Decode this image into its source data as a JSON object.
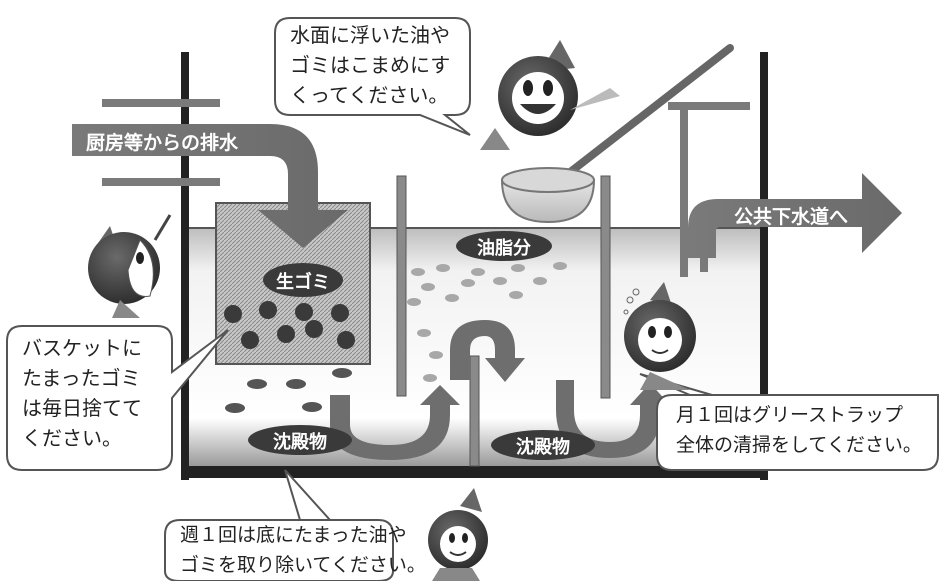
{
  "labels": {
    "inflow": "厨房等からの排水",
    "outflow": "公共下水道へ",
    "raw_garbage": "生ゴミ",
    "oil_fat": "油脂分",
    "sediment_left": "沈殿物",
    "sediment_right": "沈殿物"
  },
  "bubbles": {
    "top": "水面に浮いた油や\nゴミはこまめにす\nくってください。",
    "left": "バスケットに\nたまったゴミ\nは毎日捨てて\nください。",
    "right": "月１回はグリーストラップ\n全体の清掃をしてください。",
    "bottom": "週１回は底にたまった油や\nゴミを取り除いてください。"
  }
}
